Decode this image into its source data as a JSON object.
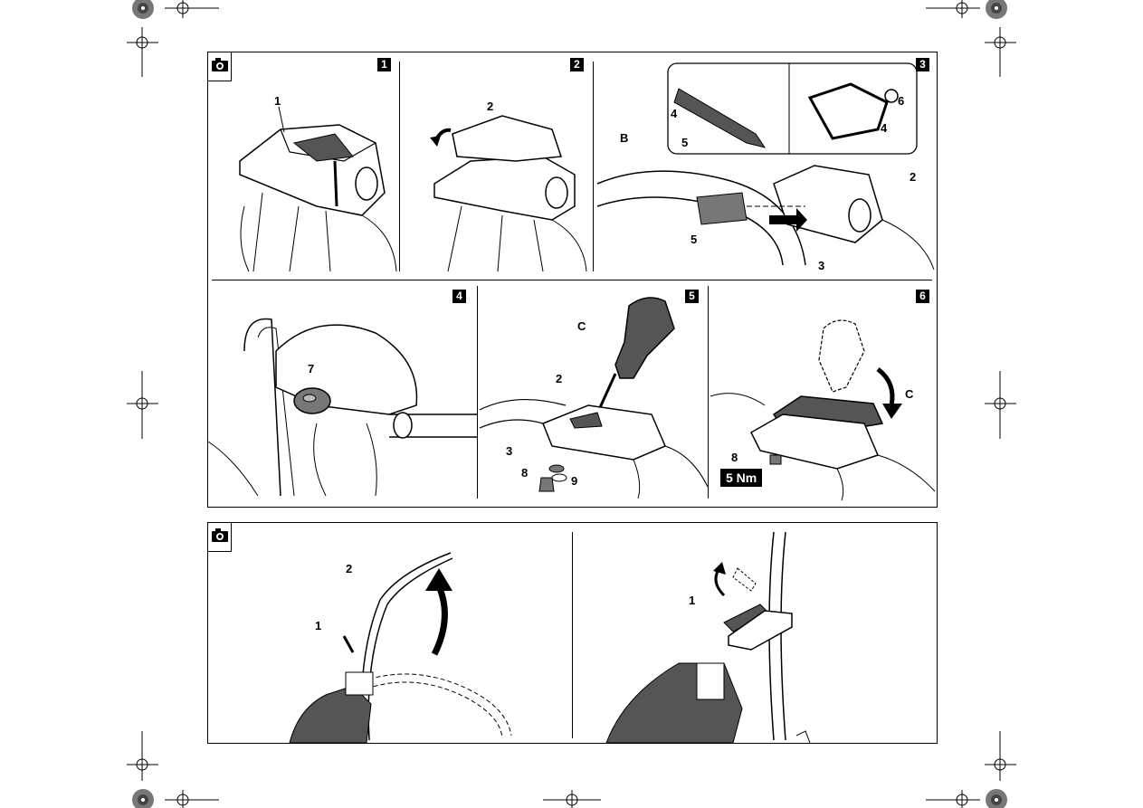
{
  "icons": {
    "camera": "camera-icon",
    "registration": "registration-mark-icon",
    "color_wheel": "color-wheel-icon",
    "arrow": "direction-arrow-icon"
  },
  "figure_top": {
    "steps": [
      {
        "number": "1",
        "callouts": [
          "1"
        ]
      },
      {
        "number": "2",
        "callouts": [
          "2"
        ]
      },
      {
        "number": "3",
        "callouts": [
          "B",
          "4",
          "5",
          "6",
          "4",
          "2",
          "5",
          "3"
        ]
      },
      {
        "number": "4",
        "callouts": [
          "7"
        ]
      },
      {
        "number": "5",
        "callouts": [
          "C",
          "2",
          "3",
          "8",
          "9"
        ]
      },
      {
        "number": "6",
        "callouts": [
          "C",
          "8"
        ],
        "torque": "5 Nm"
      }
    ]
  },
  "figure_bottom": {
    "left_callouts": [
      "2",
      "1"
    ],
    "right_callouts": [
      "1"
    ]
  }
}
